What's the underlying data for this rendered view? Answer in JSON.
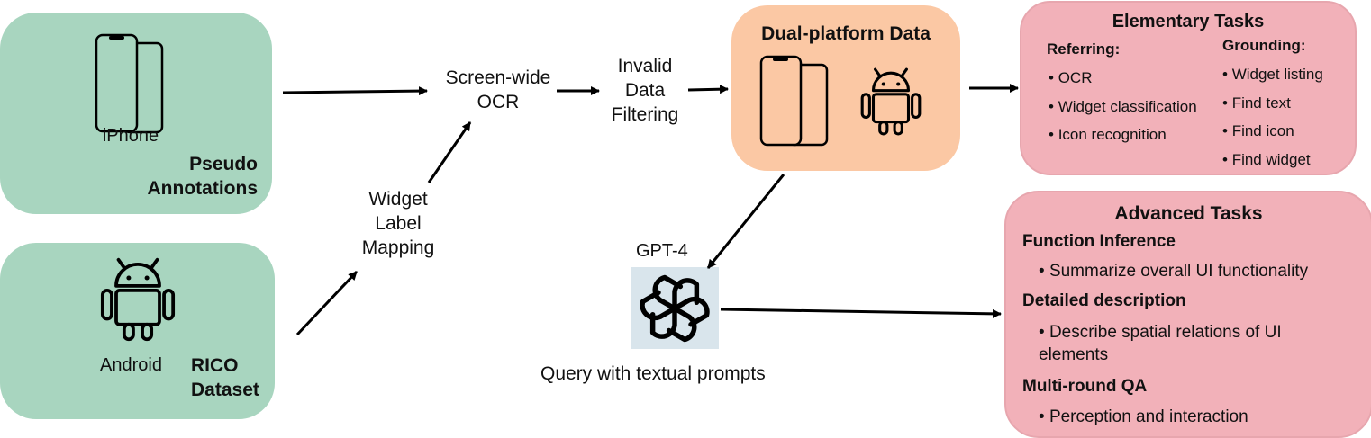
{
  "iphone_source": {
    "device_label": "iPhone",
    "annotation_label": "Pseudo Annotations"
  },
  "android_source": {
    "device_label": "Android",
    "dataset_label": "RICO Dataset"
  },
  "steps": {
    "ocr": "Screen-wide OCR",
    "filtering": "Invalid Data Filtering",
    "mapping": "Widget Label Mapping"
  },
  "dual_platform": {
    "title": "Dual-platform Data"
  },
  "gpt": {
    "label": "GPT-4",
    "caption": "Query with textual prompts"
  },
  "elementary": {
    "title": "Elementary Tasks",
    "referring": {
      "heading": "Referring:",
      "items": [
        "OCR",
        "Widget classification",
        "Icon recognition"
      ]
    },
    "grounding": {
      "heading": "Grounding:",
      "items": [
        "Widget listing",
        "Find text",
        "Find icon",
        "Find widget"
      ]
    }
  },
  "advanced": {
    "title": "Advanced Tasks",
    "sections": [
      {
        "heading": "Function Inference",
        "bullets": [
          "Summarize overall UI functionality"
        ]
      },
      {
        "heading": "Detailed description",
        "bullets": [
          "Describe spatial relations of UI elements"
        ]
      },
      {
        "heading": "Multi-round QA",
        "bullets": [
          "Perception and interaction"
        ]
      }
    ]
  },
  "colors": {
    "green": "#a8d5bf",
    "orange": "#fbc8a4",
    "pink": "#f2b1b9",
    "gpt_bg": "#d9e5ec"
  }
}
